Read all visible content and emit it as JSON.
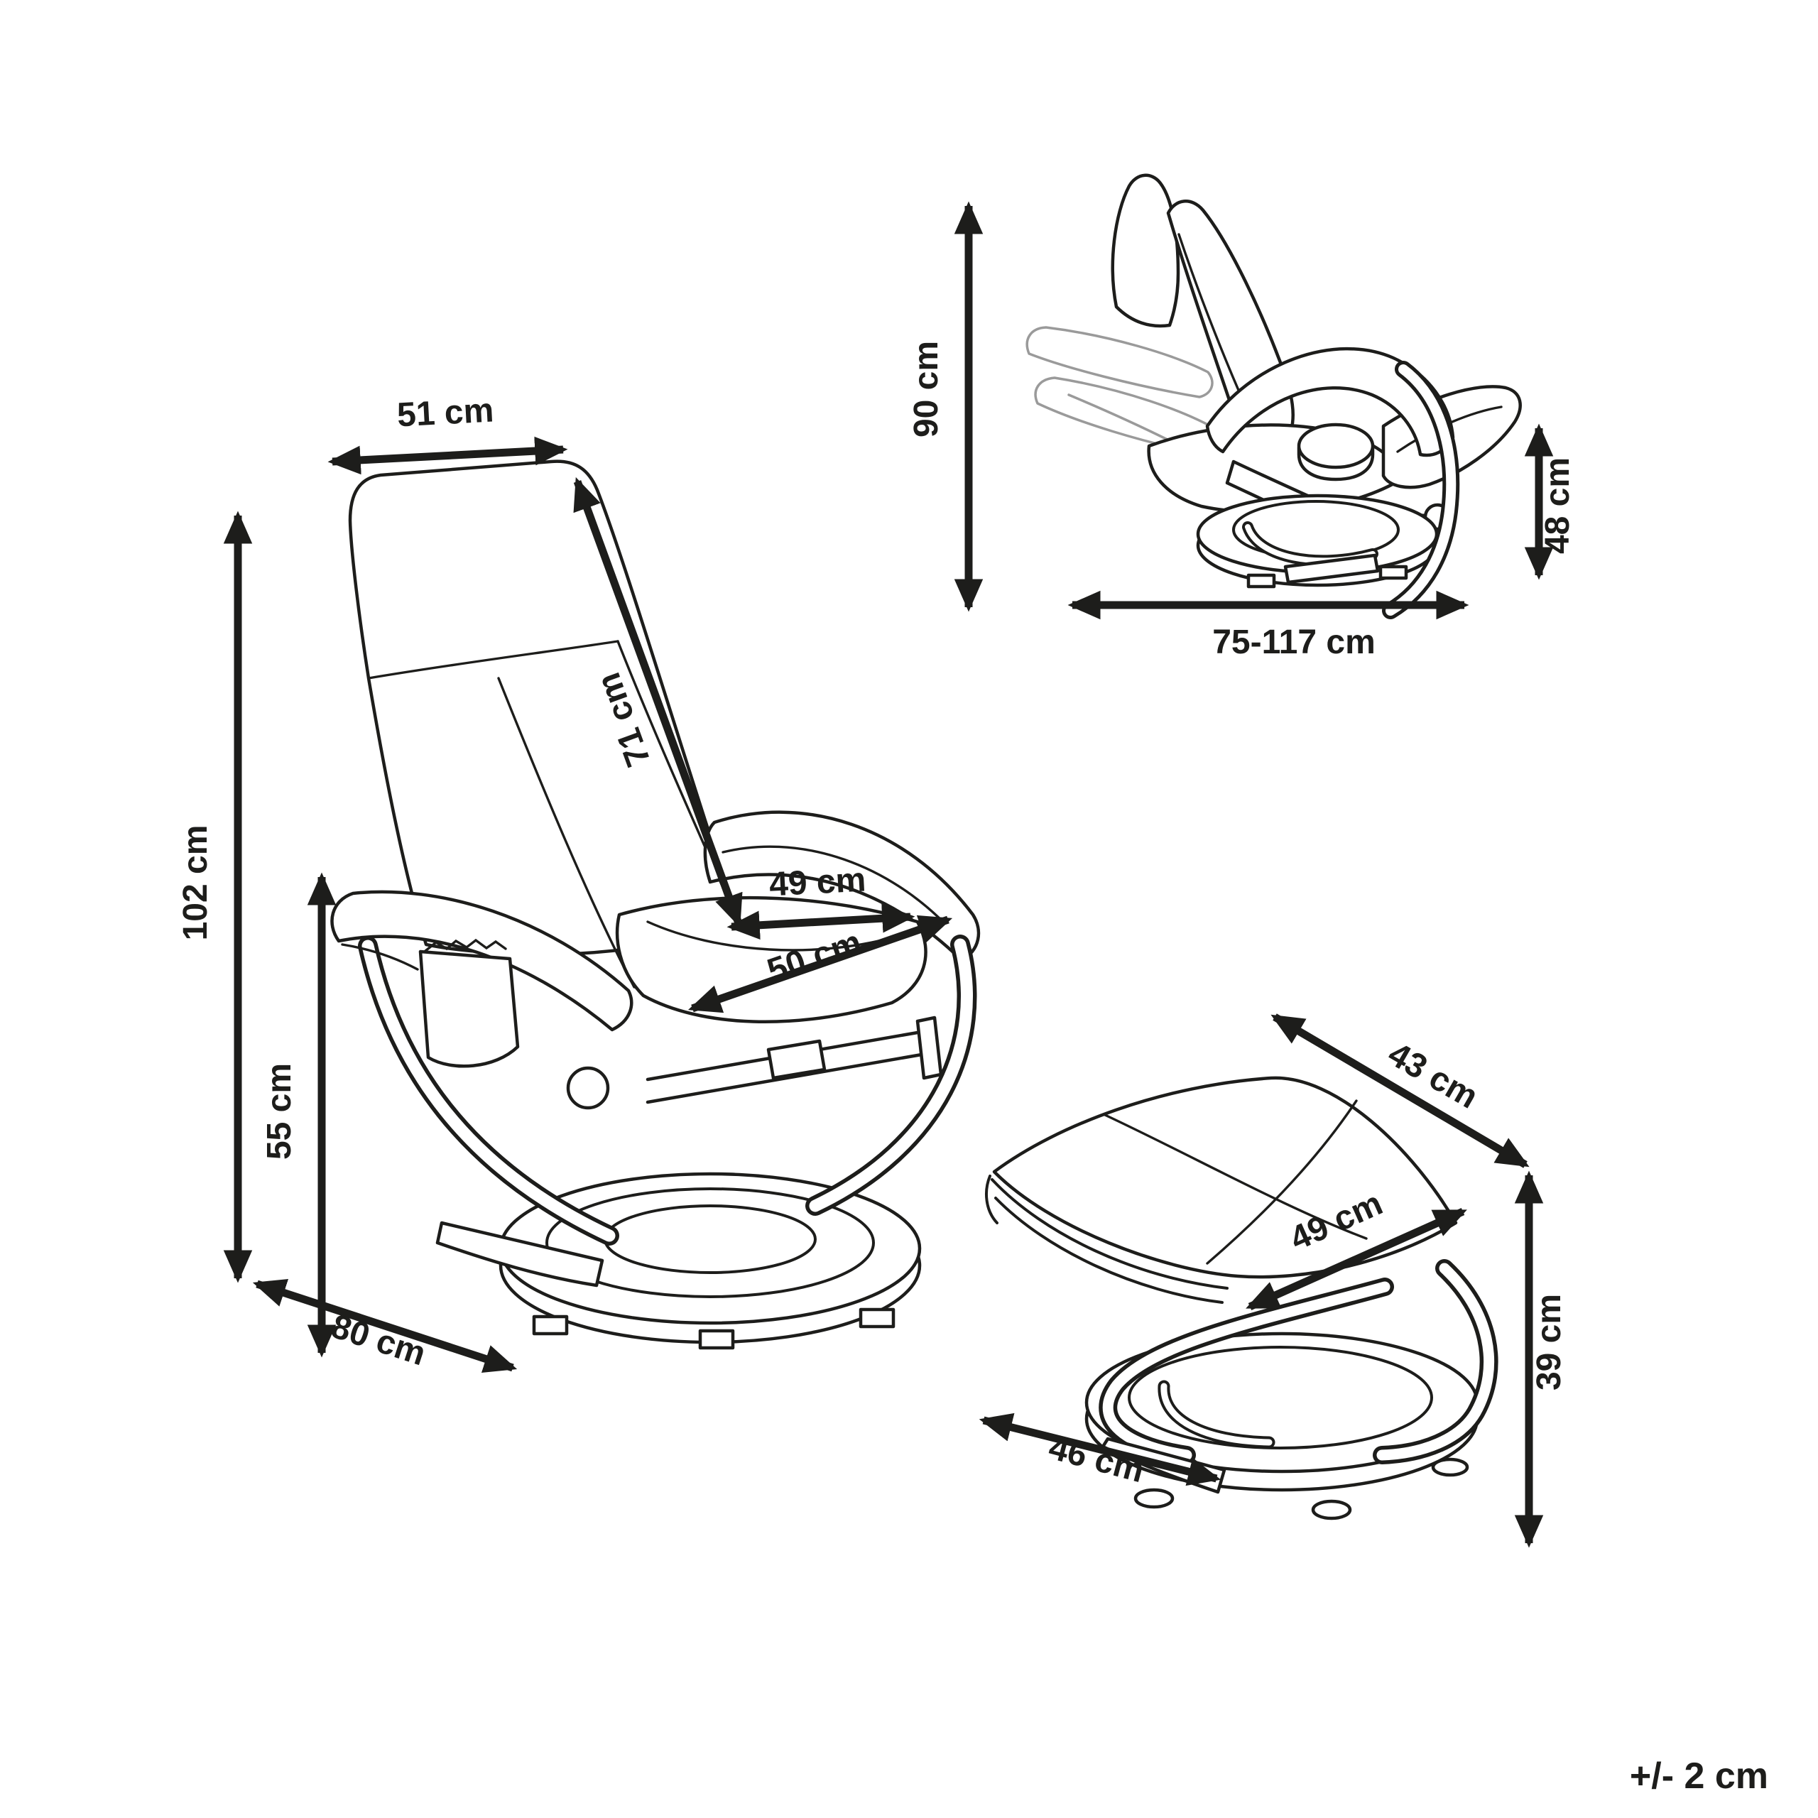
{
  "page": {
    "background": "#ffffff",
    "line_color": "#1d1d1b",
    "phantom_line_color": "#9a9a9a",
    "unit": "cm",
    "tolerance_note": "+/- 2 cm"
  },
  "views": {
    "recliner_front": {
      "title": "recliner armchair - front three-quarter view",
      "dims": {
        "headrest_width": "51 cm",
        "backrest_length": "71 cm",
        "total_height": "102 cm",
        "armrest_height": "55 cm",
        "seat_width": "49 cm",
        "seat_depth": "50 cm",
        "base_depth": "80 cm"
      }
    },
    "recliner_reclined": {
      "title": "recliner armchair - reclined side view",
      "dims": {
        "total_height": "90 cm",
        "seat_height": "48 cm",
        "reclined_length": "75-117 cm"
      }
    },
    "footstool": {
      "title": "footstool view",
      "dims": {
        "top_depth": "43 cm",
        "top_width": "49 cm",
        "height": "39 cm",
        "base_width": "46 cm"
      }
    }
  }
}
